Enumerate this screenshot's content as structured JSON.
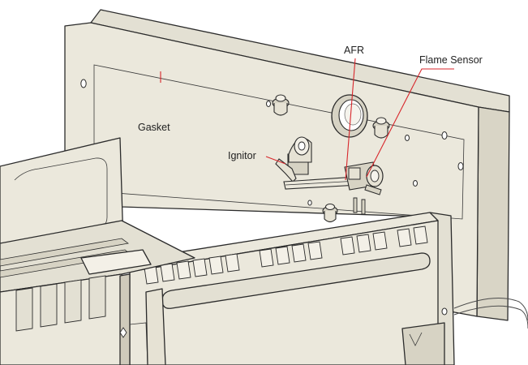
{
  "labels": {
    "gasket": "Gasket",
    "afr": "AFR",
    "flame_sensor": "Flame Sensor",
    "ignitor": "Ignitor"
  },
  "colors": {
    "metal": "#ebe8dc",
    "metal_shadow": "#d7d3c4",
    "metal_dark": "#bdb8a6",
    "outline": "#2b2b2b",
    "leader_line": "#d8262b"
  }
}
